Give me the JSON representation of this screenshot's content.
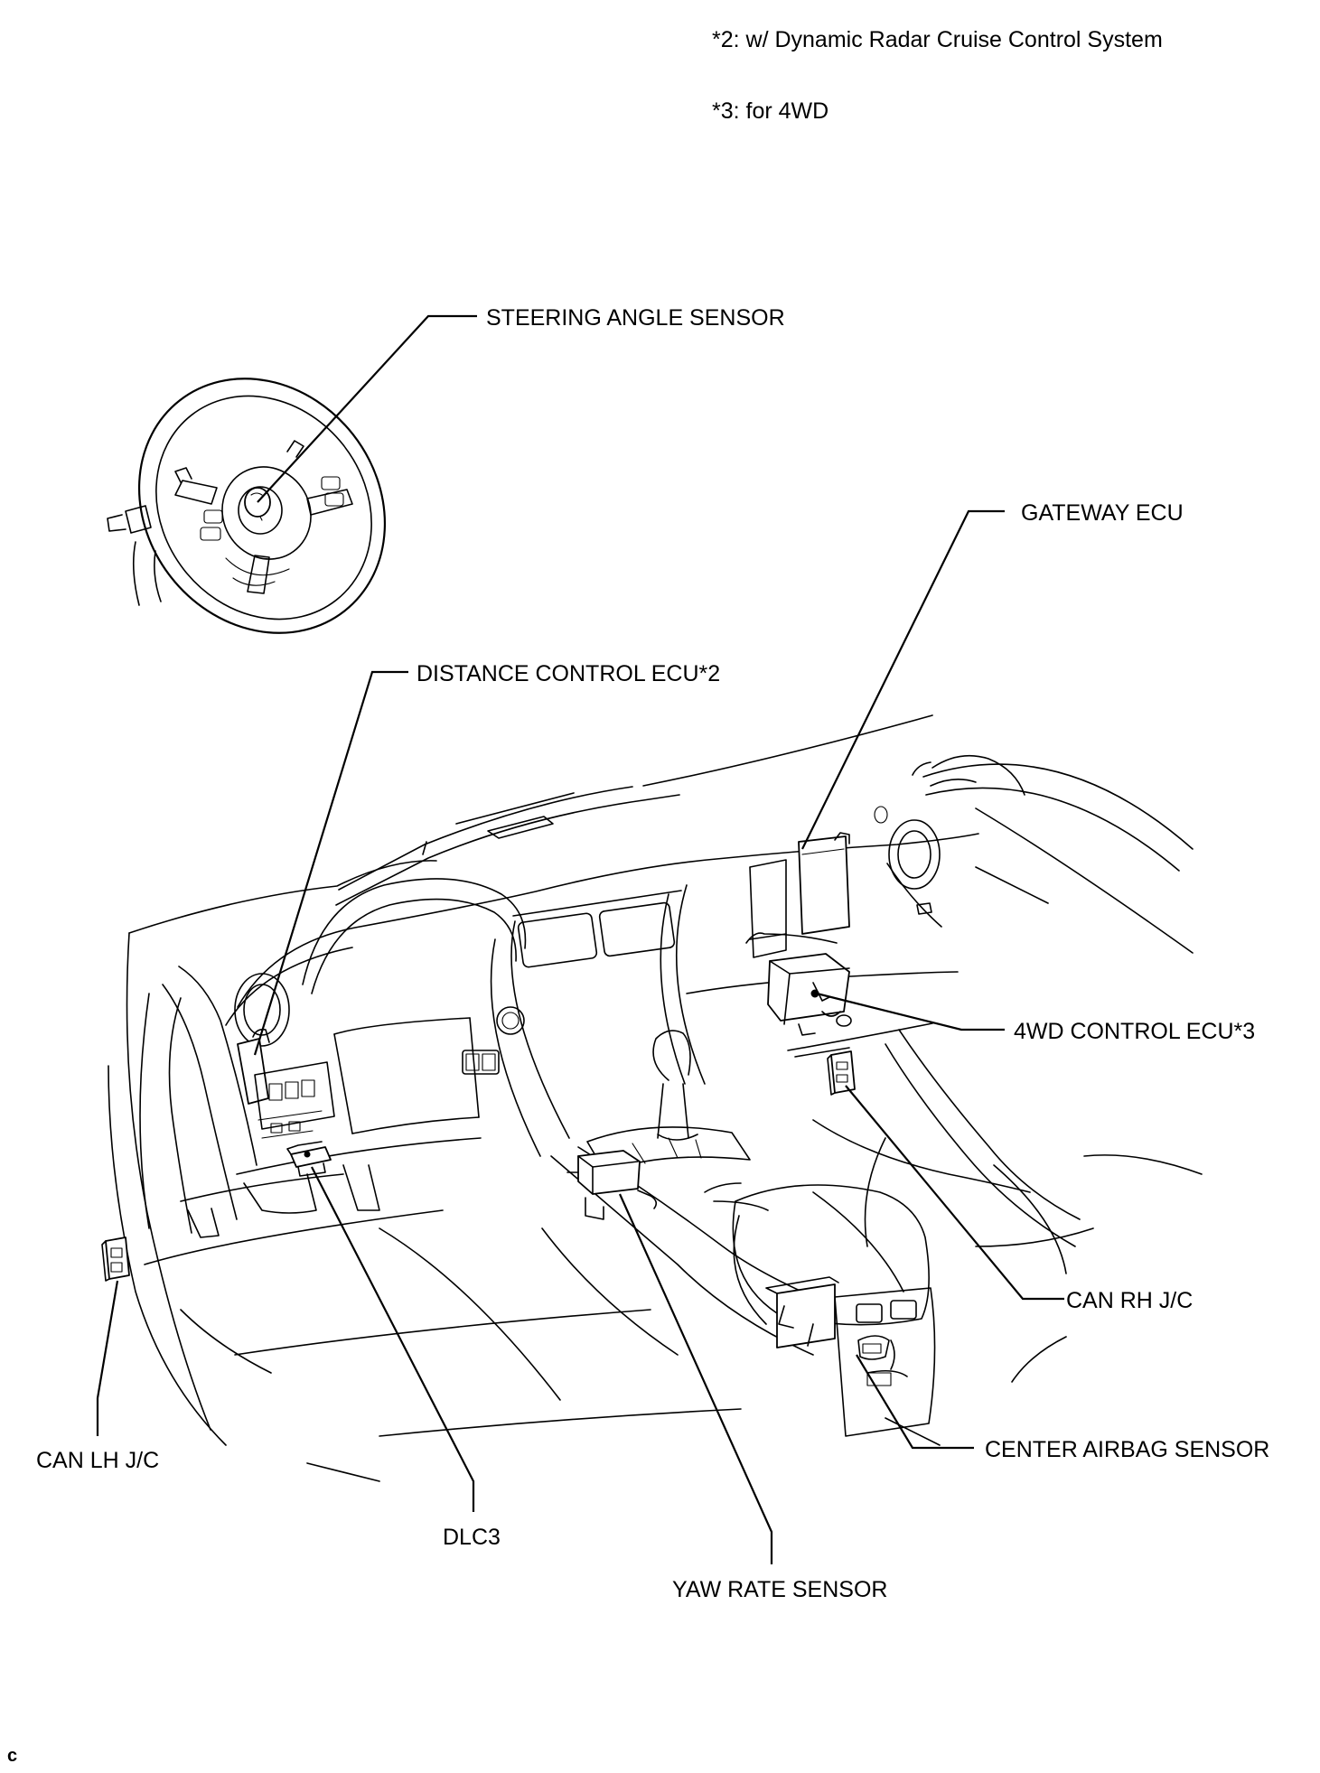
{
  "notes": {
    "note2": "*2: w/ Dynamic Radar Cruise Control System",
    "note3": "*3: for 4WD"
  },
  "labels": {
    "steering_angle_sensor": "STEERING ANGLE SENSOR",
    "gateway_ecu": "GATEWAY ECU",
    "distance_control_ecu": "DISTANCE CONTROL ECU*2",
    "fourwd_control_ecu": "4WD CONTROL ECU*3",
    "can_rh_jc": "CAN RH J/C",
    "center_airbag_sensor": "CENTER AIRBAG SENSOR",
    "can_lh_jc": "CAN LH J/C",
    "dlc3": "DLC3",
    "yaw_rate_sensor": "YAW RATE SENSOR"
  },
  "footer": {
    "code": "c"
  }
}
